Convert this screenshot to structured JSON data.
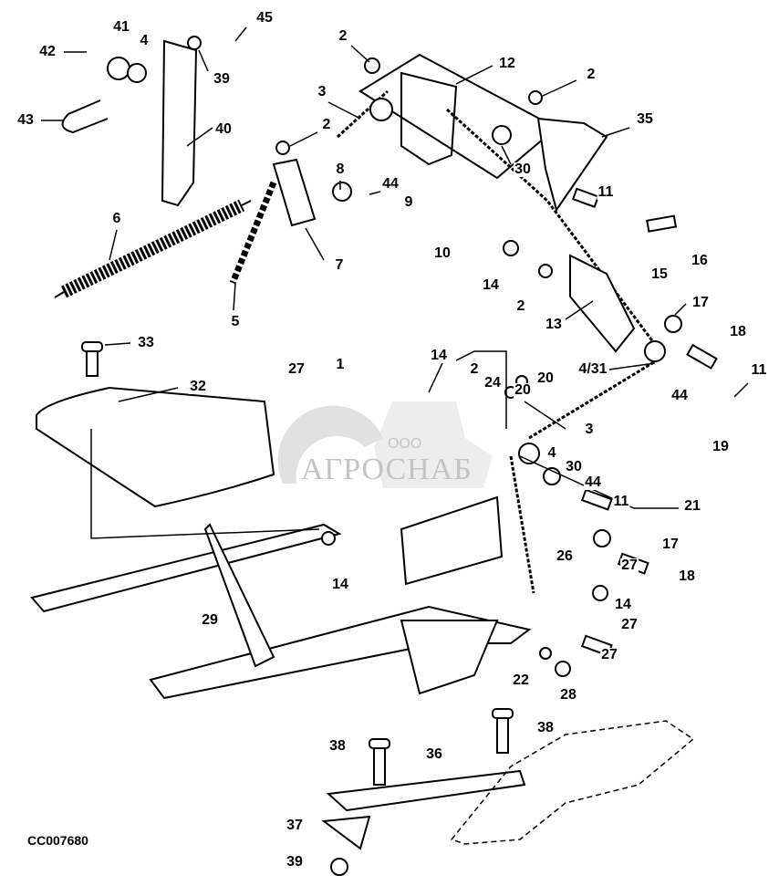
{
  "diagram_code": "CC007680",
  "watermark": {
    "prefix": "ООО",
    "name": "АГРОСНАБ"
  },
  "callouts": [
    "42",
    "41",
    "4",
    "45",
    "39",
    "40",
    "43",
    "2",
    "12",
    "2",
    "3",
    "35",
    "2",
    "30",
    "8",
    "44",
    "9",
    "10",
    "11",
    "16",
    "15",
    "6",
    "7",
    "5",
    "14",
    "2",
    "13",
    "17",
    "18",
    "4/31",
    "11",
    "44",
    "19",
    "33",
    "27",
    "1",
    "14",
    "2",
    "24",
    "20",
    "20",
    "3",
    "4",
    "30",
    "44",
    "11",
    "21",
    "32",
    "29",
    "14",
    "17",
    "18",
    "26",
    "27",
    "14",
    "27",
    "27",
    "22",
    "28",
    "38",
    "38",
    "36",
    "37",
    "39"
  ]
}
